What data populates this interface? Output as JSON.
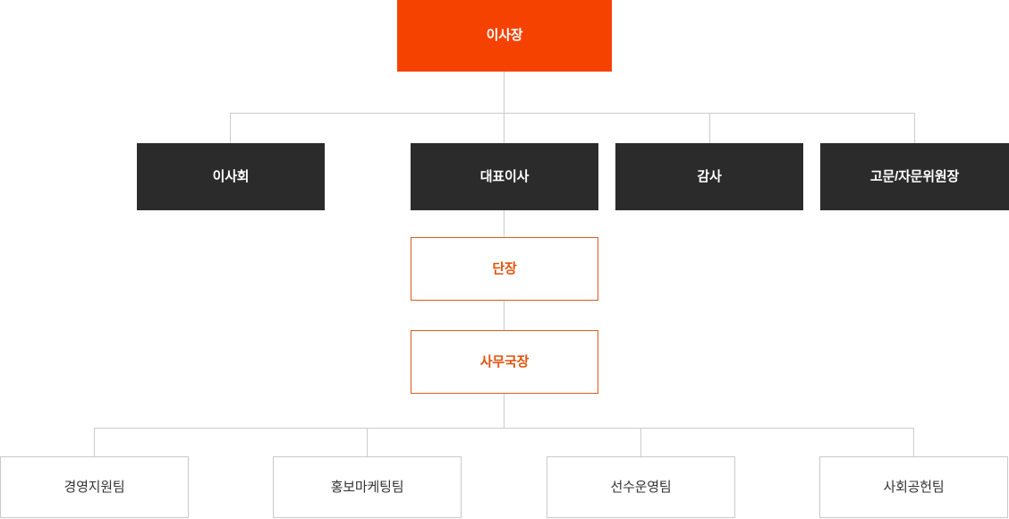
{
  "chart_data": {
    "type": "diagram",
    "title": "",
    "diagram_kind": "organization-chart",
    "colors": {
      "root_fill": "#f64200",
      "root_text": "#ffffff",
      "dark_fill": "#2b2b2b",
      "dark_text": "#ffffff",
      "outline_orange_border": "#d95b20",
      "outline_orange_text": "#e2520c",
      "outline_gray_border": "#c9c9c9",
      "outline_gray_text": "#333333",
      "connector": "#cccccc",
      "background": "#ffffff"
    },
    "nodes": [
      {
        "id": "n0",
        "label": "이사장",
        "level": 0,
        "style": "root"
      },
      {
        "id": "n1",
        "label": "이사회",
        "level": 1,
        "style": "dark"
      },
      {
        "id": "n2",
        "label": "대표이사",
        "level": 1,
        "style": "dark"
      },
      {
        "id": "n3",
        "label": "감사",
        "level": 1,
        "style": "dark"
      },
      {
        "id": "n4",
        "label": "고문/자문위원장",
        "level": 1,
        "style": "dark"
      },
      {
        "id": "n5",
        "label": "단장",
        "level": 2,
        "style": "outline-orange"
      },
      {
        "id": "n6",
        "label": "사무국장",
        "level": 3,
        "style": "outline-orange"
      },
      {
        "id": "n7",
        "label": "경영지원팀",
        "level": 4,
        "style": "outline-gray"
      },
      {
        "id": "n8",
        "label": "홍보마케팅팀",
        "level": 4,
        "style": "outline-gray"
      },
      {
        "id": "n9",
        "label": "선수운영팀",
        "level": 4,
        "style": "outline-gray"
      },
      {
        "id": "n10",
        "label": "사회공헌팀",
        "level": 4,
        "style": "outline-gray"
      }
    ],
    "edges": [
      {
        "from": "n0",
        "to": "n1"
      },
      {
        "from": "n0",
        "to": "n2"
      },
      {
        "from": "n0",
        "to": "n3"
      },
      {
        "from": "n0",
        "to": "n4"
      },
      {
        "from": "n2",
        "to": "n5"
      },
      {
        "from": "n5",
        "to": "n6"
      },
      {
        "from": "n6",
        "to": "n7"
      },
      {
        "from": "n6",
        "to": "n8"
      },
      {
        "from": "n6",
        "to": "n9"
      },
      {
        "from": "n6",
        "to": "n10"
      }
    ]
  }
}
